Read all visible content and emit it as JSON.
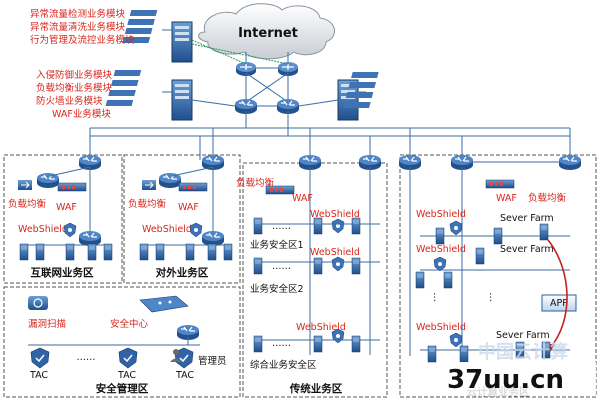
{
  "colors": {
    "accent_red": "#d9261c",
    "line_blue": "#3a6ea5",
    "device_blue": "#2d5f9a",
    "zone_border": "#555555"
  },
  "cloud": {
    "label": "Internet"
  },
  "top_modules": [
    "异常流量检测业务模块",
    "异常流量清洗业务模块",
    "行为管理及流控业务模块"
  ],
  "mid_modules": [
    "入侵防御业务模块",
    "负载均衡业务模块",
    "防火墙业务模块",
    "WAF业务模块"
  ],
  "zones": {
    "internet": {
      "title": "互联网业务区",
      "lb": "负载均衡",
      "waf": "WAF",
      "ws": "WebShield"
    },
    "external": {
      "title": "对外业务区",
      "lb": "负载均衡",
      "waf": "WAF",
      "ws": "WebShield"
    },
    "security": {
      "title": "安全管理区",
      "scan": "漏洞扫描",
      "center": "安全中心",
      "tac1": "TAC",
      "tac2": "TAC",
      "tac3": "TAC",
      "admin": "管理员",
      "dots": "……"
    },
    "traditional": {
      "title": "传统业务区",
      "lb": "负载均衡",
      "waf": "WAF",
      "ws1": "WebShield",
      "ws2": "WebShield",
      "ws3": "WebShield",
      "area1": "业务安全区1",
      "area2": "业务安全区2",
      "area3": "综合业务安全区",
      "dots": "……"
    },
    "cloud_zone": {
      "title": "云计算业务区",
      "lb": "负载均衡",
      "waf": "WAF",
      "ws1": "WebShield",
      "ws2": "WebShield",
      "ws3": "WebShield",
      "farm1": "Sever Farm",
      "farm2": "Sever Farm",
      "farm3": "Sever Farm",
      "app": "APP"
    }
  },
  "watermark": {
    "text": "37uu.cn",
    "ghost": "中国云计算"
  }
}
